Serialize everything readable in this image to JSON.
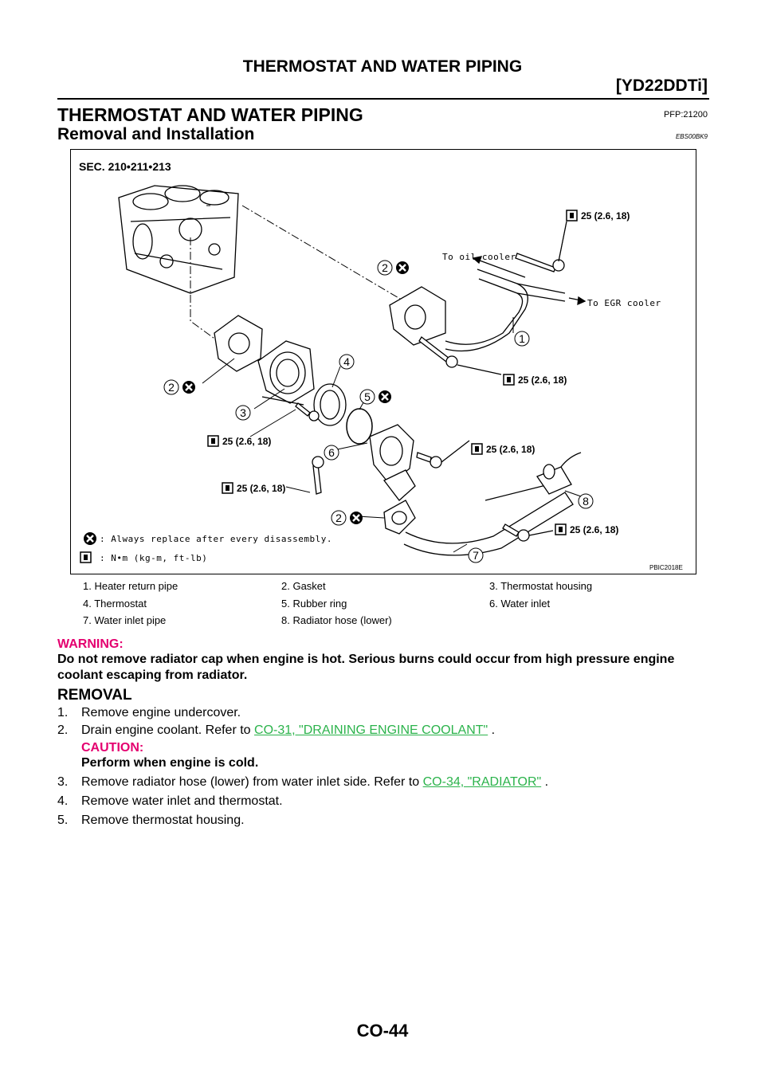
{
  "header": {
    "title": "THERMOSTAT AND WATER PIPING",
    "model": "[YD22DDTi]"
  },
  "section": {
    "title": "THERMOSTAT AND WATER PIPING",
    "code": "PFP:21200"
  },
  "subsection": {
    "title": "Removal and Installation",
    "code": "EBS00BK9"
  },
  "diagram": {
    "sec": "SEC. 210•211•213",
    "to_oil_cooler": "To oil cooler",
    "to_egr_cooler": "To EGR cooler",
    "torque": "25 (2.6, 18)",
    "legend_replace": ": Always replace after every disassembly.",
    "legend_unit": ": N•m (kg-m, ft-lb)",
    "image_code": "PBIC2018E",
    "callouts": [
      "1",
      "2",
      "3",
      "4",
      "5",
      "6",
      "7",
      "8"
    ]
  },
  "parts": [
    "1. Heater return pipe",
    "2. Gasket",
    "3. Thermostat housing",
    "4. Thermostat",
    "5. Rubber ring",
    "6. Water inlet",
    "7. Water inlet pipe",
    "8. Radiator hose (lower)"
  ],
  "warning": {
    "label": "WARNING:",
    "text": "Do not remove radiator cap when engine is hot. Serious burns could occur from high pressure engine coolant escaping from radiator."
  },
  "removal": {
    "title": "REMOVAL",
    "steps": [
      {
        "num": "1.",
        "text": "Remove engine undercover."
      },
      {
        "num": "2.",
        "text": "Drain engine coolant. Refer to ",
        "link": "CO-31, \"DRAINING ENGINE COOLANT\"",
        "after": " ."
      },
      {
        "num": "3.",
        "text": "Remove radiator hose (lower) from water inlet side. Refer to ",
        "link": "CO-34, \"RADIATOR\"",
        "after": " ."
      },
      {
        "num": "4.",
        "text": "Remove water inlet and thermostat."
      },
      {
        "num": "5.",
        "text": "Remove thermostat housing."
      }
    ],
    "caution_label": "CAUTION:",
    "caution_text": "Perform when engine is cold."
  },
  "page_number": "CO-44"
}
